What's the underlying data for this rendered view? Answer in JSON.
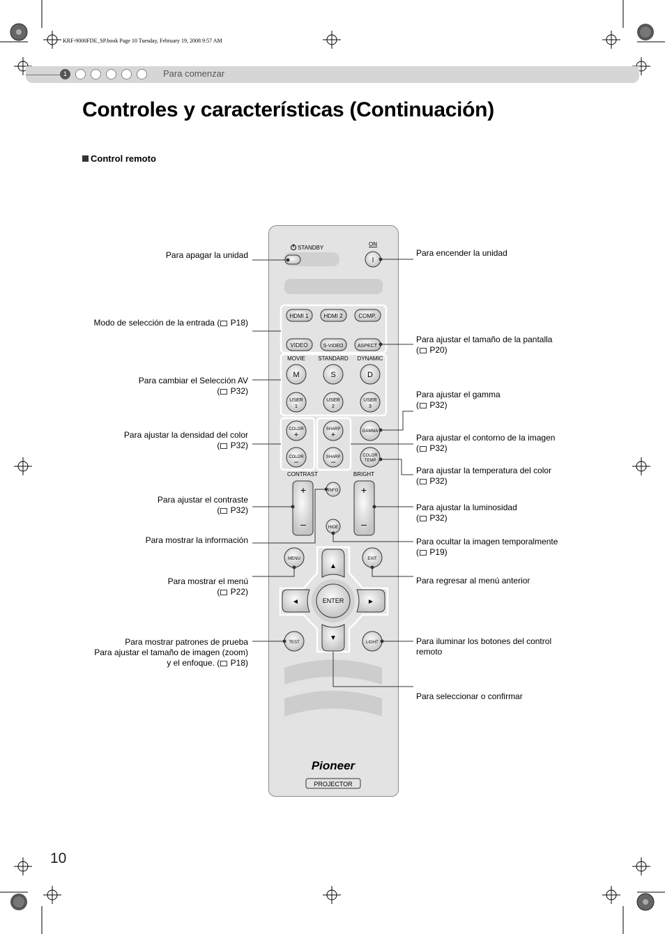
{
  "print_header": "KRF-9000FDE_SP.book  Page 10  Tuesday, February 19, 2008  9:57 AM",
  "chapter": {
    "number": "1",
    "name": "Para comenzar"
  },
  "title": "Controles y características (Continuación)",
  "subtitle": "Control remoto",
  "page_number": "10",
  "remote": {
    "standby": "STANDBY",
    "on": "ON",
    "on_symbol": "I",
    "hdmi1": "HDMI 1",
    "hdmi2": "HDMI 2",
    "comp": "COMP.",
    "video": "VIDEO",
    "svideo": "S-VIDEO",
    "aspect": "ASPECT",
    "movie": "MOVIE",
    "standard": "STANDARD",
    "dynamic": "DYNAMIC",
    "m": "M",
    "s": "S",
    "d": "D",
    "user": "USER",
    "u1": "1",
    "u2": "2",
    "u3": "3",
    "color": "COLOR",
    "sharp": "SHARP",
    "gamma": "GAMMA",
    "color_temp_1": "COLOR",
    "color_temp_2": "TEMP",
    "contrast": "CONTRAST",
    "bright": "BRIGHT",
    "info": "INFO",
    "hide": "HIDE",
    "menu": "MENU",
    "exit": "EXIT",
    "enter": "ENTER",
    "test": "TEST",
    "light": "LIGHT",
    "plus": "+",
    "minus": "–",
    "brand": "Pioneer",
    "model": "PROJECTOR"
  },
  "callouts_left": {
    "standby": "Para apagar la unidad",
    "input_select_a": "Modo de selección de la entrada (",
    "input_select_b": " P18)",
    "av_select_1": "Para cambiar el Selección AV",
    "av_select_2_a": "(",
    "av_select_2_b": " P32)",
    "color_density_1": "Para ajustar la densidad del color",
    "color_density_2_a": "(",
    "color_density_2_b": " P32)",
    "contrast_1": "Para ajustar el contraste",
    "contrast_2_a": "(",
    "contrast_2_b": " P32)",
    "info": "Para mostrar la información",
    "menu_1": "Para mostrar el menú",
    "menu_2_a": "(",
    "menu_2_b": " P22)",
    "test_1": "Para mostrar patrones de prueba",
    "test_2": "Para ajustar el tamaño de imagen (zoom)",
    "test_3_a": "y el enfoque. (",
    "test_3_b": " P18)"
  },
  "callouts_right": {
    "on": "Para encender la unidad",
    "aspect_1": "Para ajustar el tamaño de la pantalla",
    "aspect_2_a": "(",
    "aspect_2_b": " P20)",
    "gamma_1": "Para ajustar el gamma",
    "gamma_2_a": "(",
    "gamma_2_b": " P32)",
    "sharp_1": "Para ajustar el contorno de la imagen",
    "sharp_2_a": "(",
    "sharp_2_b": " P32)",
    "colortemp_1": "Para ajustar la temperatura del color",
    "colortemp_2_a": "(",
    "colortemp_2_b": " P32)",
    "bright_1": "Para ajustar la luminosidad",
    "bright_2_a": "(",
    "bright_2_b": " P32)",
    "hide_1": "Para ocultar la imagen temporalmente",
    "hide_2_a": "(",
    "hide_2_b": " P19)",
    "exit": "Para regresar al menú anterior",
    "light_1": "Para iluminar los botones del control",
    "light_2": "remoto",
    "enter": "Para seleccionar o confirmar"
  }
}
